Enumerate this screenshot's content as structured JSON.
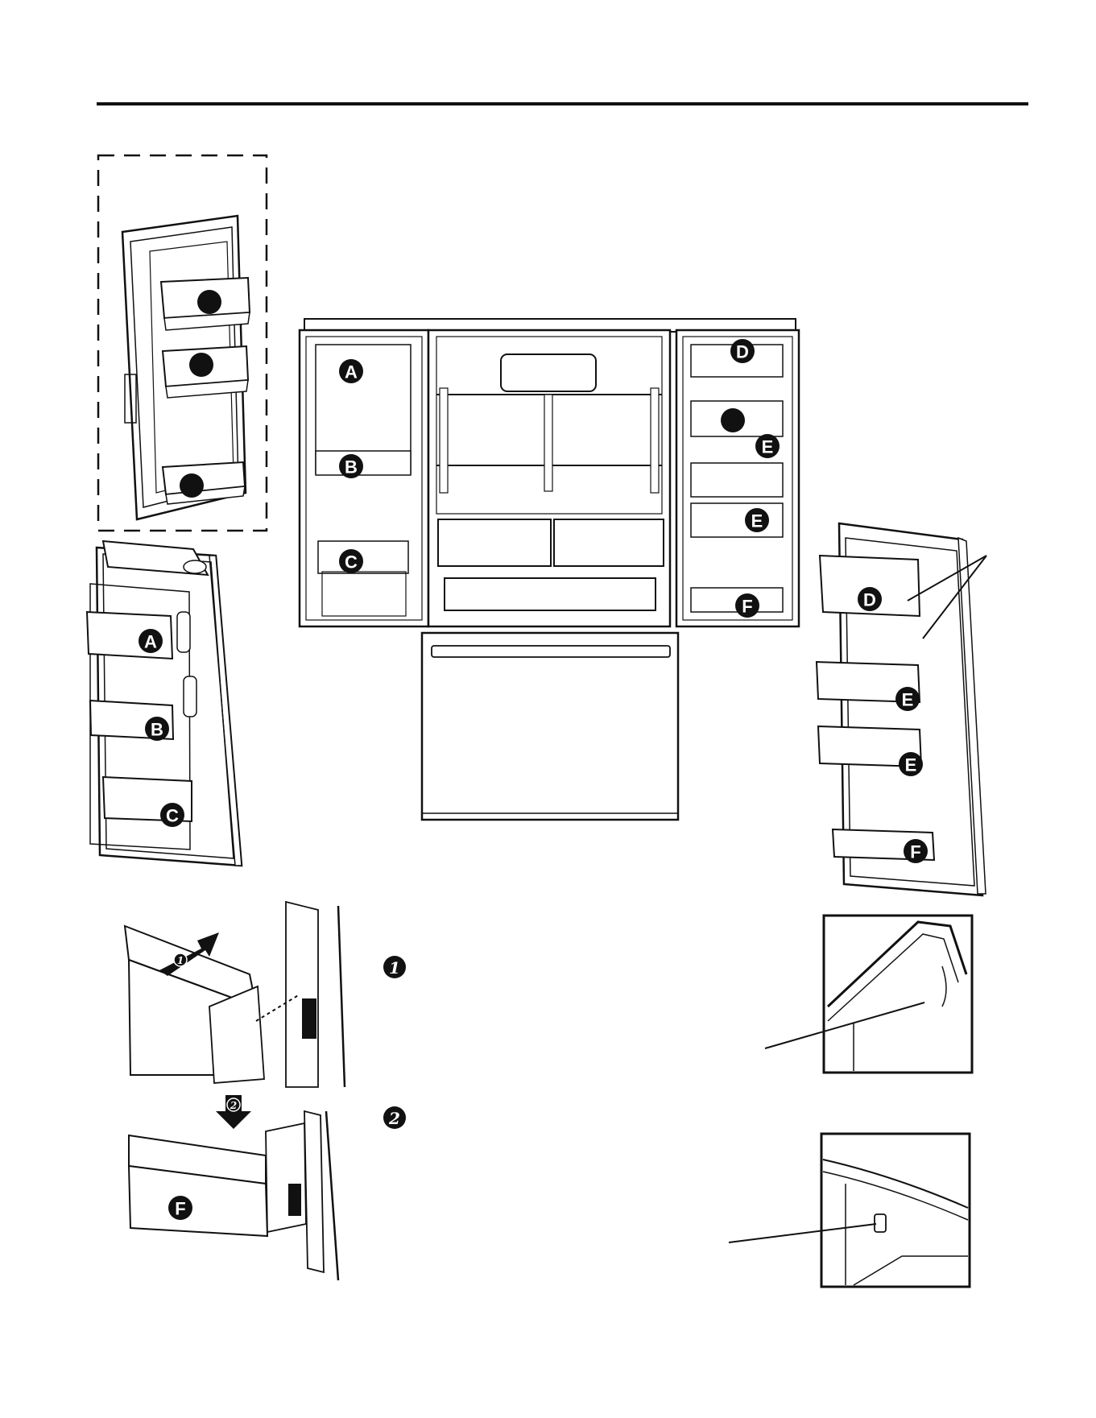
{
  "labels": {
    "a": "A",
    "b": "B",
    "c": "C",
    "d": "D",
    "e": "E",
    "f": "F"
  },
  "steps": {
    "one": "1",
    "two": "2"
  },
  "colors": {
    "ink": "#111111",
    "paper": "#ffffff"
  }
}
